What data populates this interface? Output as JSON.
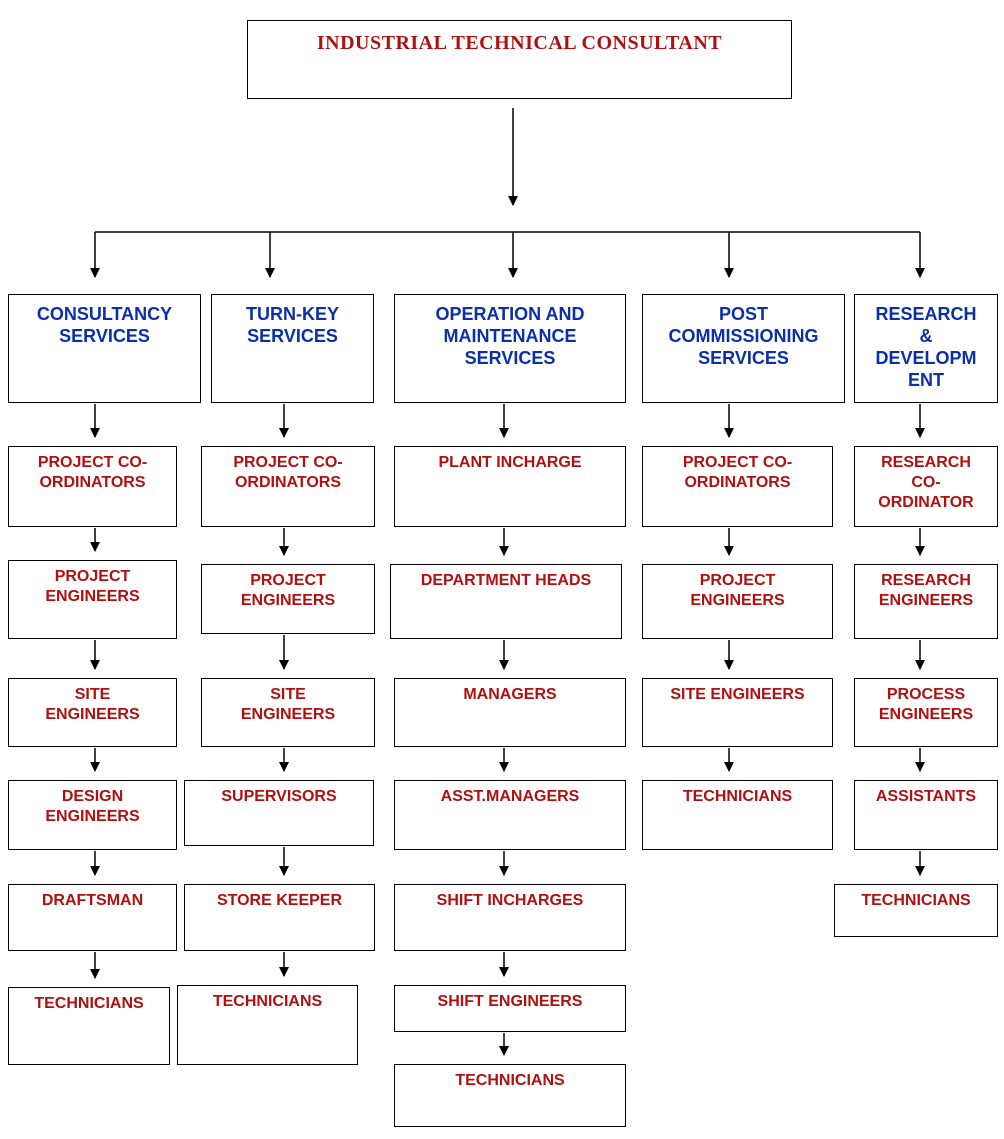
{
  "root": {
    "label": "INDUSTRIAL TECHNICAL CONSULTANT"
  },
  "columns": [
    {
      "service": [
        "CONSULTANCY",
        "SERVICES"
      ],
      "roles": [
        [
          "PROJECT CO-",
          "ORDINATORS"
        ],
        [
          "PROJECT",
          "ENGINEERS"
        ],
        [
          "SITE",
          "ENGINEERS"
        ],
        [
          "DESIGN",
          "ENGINEERS"
        ],
        [
          "DRAFTSMAN"
        ],
        [
          "TECHNICIANS"
        ]
      ]
    },
    {
      "service": [
        "TURN-KEY",
        "SERVICES"
      ],
      "roles": [
        [
          "PROJECT CO-",
          "ORDINATORS"
        ],
        [
          "PROJECT",
          "ENGINEERS"
        ],
        [
          "SITE",
          "ENGINEERS"
        ],
        [
          "SUPERVISORS"
        ],
        [
          "STORE KEEPER"
        ],
        [
          "TECHNICIANS"
        ]
      ]
    },
    {
      "service": [
        "OPERATION AND",
        "MAINTENANCE",
        "SERVICES"
      ],
      "roles": [
        [
          "PLANT INCHARGE"
        ],
        [
          "DEPARTMENT HEADS"
        ],
        [
          "MANAGERS"
        ],
        [
          "ASST.MANAGERS"
        ],
        [
          "SHIFT INCHARGES"
        ],
        [
          "SHIFT ENGINEERS"
        ],
        [
          "TECHNICIANS"
        ]
      ]
    },
    {
      "service": [
        "POST",
        "COMMISSIONING",
        "SERVICES"
      ],
      "roles": [
        [
          "PROJECT CO-",
          "ORDINATORS"
        ],
        [
          "PROJECT",
          "ENGINEERS"
        ],
        [
          "SITE ENGINEERS"
        ],
        [
          "TECHNICIANS"
        ]
      ]
    },
    {
      "service": [
        "RESEARCH",
        "&",
        "DEVELOPM",
        "ENT"
      ],
      "roles": [
        [
          "RESEARCH",
          "CO-",
          "ORDINATOR"
        ],
        [
          "RESEARCH",
          "ENGINEERS"
        ],
        [
          "PROCESS",
          "ENGINEERS"
        ],
        [
          "ASSISTANTS"
        ],
        [
          "TECHNICIANS"
        ]
      ]
    }
  ]
}
